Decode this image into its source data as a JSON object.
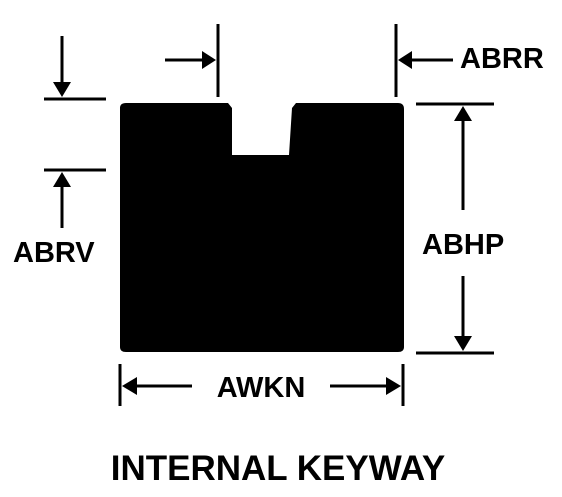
{
  "labels": {
    "keyway_width": "ABRR",
    "keyway_depth": "ABRV",
    "height": "ABHP",
    "width": "AWKN"
  },
  "title": "INTERNAL KEYWAY",
  "colors": {
    "ink": "#000000",
    "background": "#ffffff"
  }
}
